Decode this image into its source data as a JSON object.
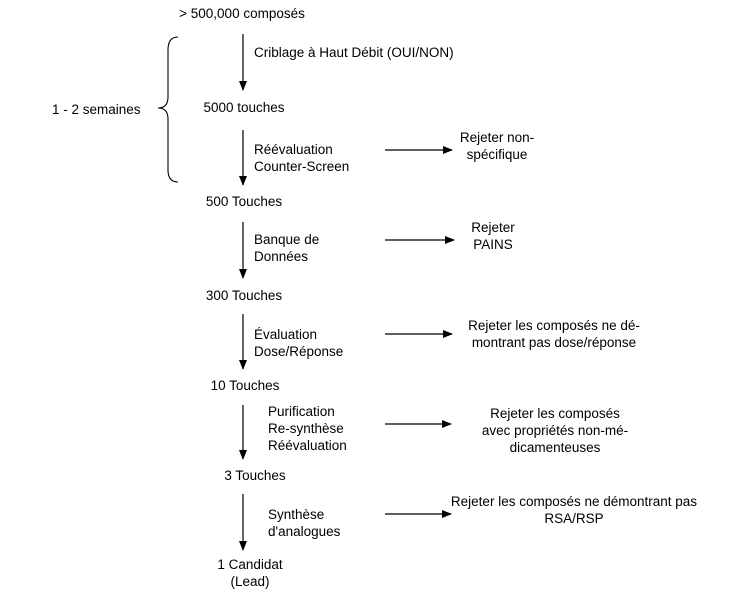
{
  "stages": [
    {
      "id": "s1",
      "lines": [
        "> 500,000 composés"
      ]
    },
    {
      "id": "s2",
      "lines": [
        "5000 touches"
      ]
    },
    {
      "id": "s3",
      "lines": [
        "500 Touches"
      ]
    },
    {
      "id": "s4",
      "lines": [
        "300 Touches"
      ]
    },
    {
      "id": "s5",
      "lines": [
        "10 Touches"
      ]
    },
    {
      "id": "s6",
      "lines": [
        "3 Touches"
      ]
    },
    {
      "id": "s7",
      "lines": [
        "1 Candidat",
        "(Lead)"
      ]
    }
  ],
  "steps": [
    {
      "id": "p1",
      "lines": [
        "Criblage à Haut Débit (OUI/NON)"
      ]
    },
    {
      "id": "p2",
      "lines": [
        "Réévaluation",
        "Counter-Screen"
      ]
    },
    {
      "id": "p3",
      "lines": [
        "Banque de",
        "Données"
      ]
    },
    {
      "id": "p4",
      "lines": [
        "Évaluation",
        "Dose/Réponse"
      ]
    },
    {
      "id": "p5",
      "lines": [
        "Purification",
        "Re-synthèse",
        "Réévaluation"
      ]
    },
    {
      "id": "p6",
      "lines": [
        "Synthèse",
        "d'analogues"
      ]
    }
  ],
  "rejections": [
    {
      "id": "r2",
      "lines": [
        "Rejeter non-",
        "spécifique"
      ]
    },
    {
      "id": "r3",
      "lines": [
        "Rejeter",
        "PAINS"
      ]
    },
    {
      "id": "r4",
      "lines": [
        "Rejeter les composés ne dé-",
        "montrant pas dose/réponse"
      ]
    },
    {
      "id": "r5",
      "lines": [
        "Rejeter les composés",
        "avec propriétés non-mé-",
        "dicamenteuses"
      ]
    },
    {
      "id": "r6",
      "lines": [
        "Rejeter les composés ne démontrant pas",
        "RSA/RSP"
      ]
    }
  ],
  "timeline": {
    "label": "1 - 2 semaines"
  }
}
